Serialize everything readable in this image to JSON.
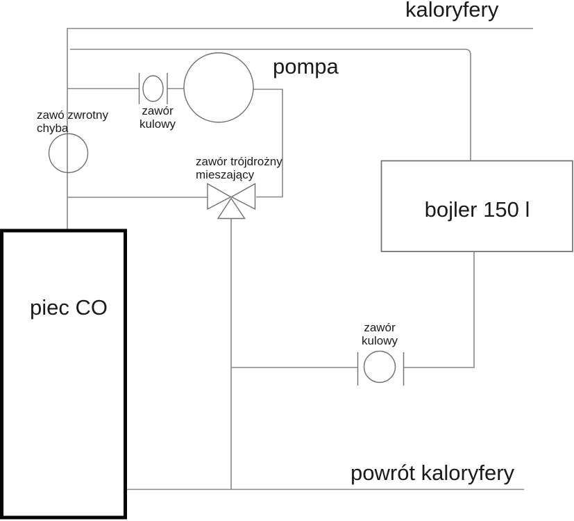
{
  "labels": {
    "radiators_supply": "kaloryfery",
    "pump": "pompa",
    "ball_valve_upper_line1": "zawór",
    "ball_valve_upper_line2": "kulowy",
    "check_valve_line1": "zawó zwrotny",
    "check_valve_line2": "chyba",
    "three_way_valve_line1": "zawór trójdrożny",
    "three_way_valve_line2": "mieszający",
    "boiler": "bojler 150 l",
    "furnace": "piec CO",
    "ball_valve_lower_line1": "zawór",
    "ball_valve_lower_line2": "kulowy",
    "radiators_return": "powrót kaloryfery"
  },
  "colors": {
    "background": "#ffffff",
    "pipe": "#878787",
    "component": "#6f6f6f",
    "furnace_border": "#050505",
    "text": "#1a1a1a"
  }
}
